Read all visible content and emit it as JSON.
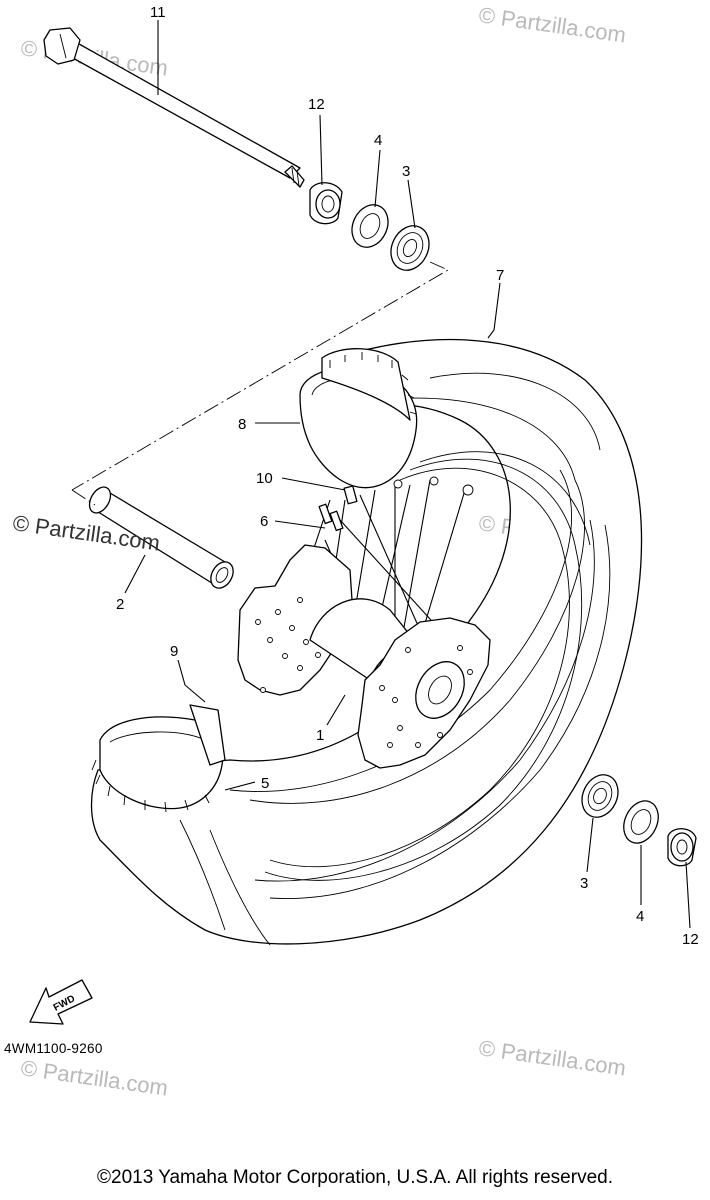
{
  "diagram": {
    "code": "4WM1100-9260",
    "copyright": "©2013 Yamaha Motor Corporation, U.S.A. All rights reserved.",
    "fwd_label": "FWD",
    "watermarks": {
      "main": "© Partzilla.com",
      "faint": "© Partzilla.com"
    },
    "callouts": {
      "c1": "1",
      "c2": "2",
      "c3_top": "3",
      "c3_bottom": "3",
      "c4_top": "4",
      "c4_bottom": "4",
      "c5": "5",
      "c6": "6",
      "c7": "7",
      "c8": "8",
      "c9": "9",
      "c10": "10",
      "c11": "11",
      "c12_top": "12",
      "c12_bottom": "12"
    }
  }
}
